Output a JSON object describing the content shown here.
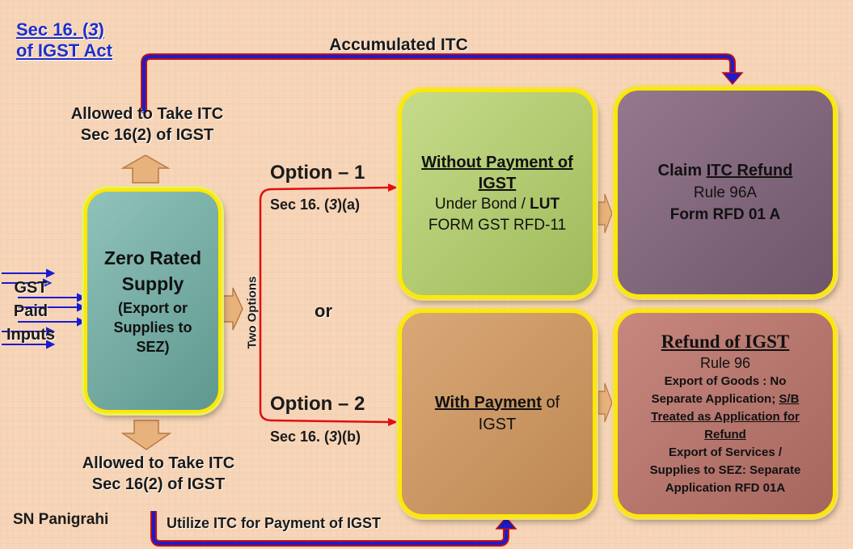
{
  "header": {
    "sec_line1_a": "Sec 16. (",
    "sec_line1_num": "3",
    "sec_line1_b": ")",
    "sec_line2": "of IGST Act"
  },
  "top_arrow_label": "Accumulated ITC",
  "allowed_top": {
    "line1": "Allowed to Take ITC",
    "line2": "Sec 16(2) of IGST"
  },
  "allowed_bottom": {
    "line1": "Allowed to Take ITC",
    "line2": "Sec 16(2) of IGST"
  },
  "inputs": {
    "line1": "GST",
    "line2": "Paid",
    "line3": "Inputs"
  },
  "zero_box": {
    "line1": "Zero Rated",
    "line2": "Supply",
    "line3": "(Export or",
    "line4": "Supplies to",
    "line5": "SEZ)"
  },
  "two_options": "Two Options",
  "or_text": "or",
  "option1": {
    "title": "Option – 1",
    "sec_a": "Sec 16. (",
    "sec_num": "3",
    "sec_b": ")(a)"
  },
  "option2": {
    "title": "Option – 2",
    "sec_a": "Sec 16. (",
    "sec_num": "3",
    "sec_b": ")(b)"
  },
  "box_without": {
    "line1": "Without Payment of",
    "line2": "IGST",
    "line3a": "Under Bond / ",
    "line3b": "LUT",
    "line4": "FORM GST RFD-11"
  },
  "box_with": {
    "line1a": "With Payment",
    "line1b": " of",
    "line2": "IGST"
  },
  "box_claim": {
    "line1a": "Claim ",
    "line1b": "ITC Refund",
    "line2": "Rule 96A",
    "line3": "Form RFD 01 A"
  },
  "box_refund": {
    "title": "Refund of IGST",
    "rule": "Rule 96",
    "l1": "Export of Goods : No",
    "l2a": "Separate Application; ",
    "l2b": "S/B",
    "l3": "Treated as Application for",
    "l4": "Refund",
    "l5": "Export of Services /",
    "l6": "Supplies to SEZ: Separate",
    "l7": "Application RFD 01A"
  },
  "author": "SN Panigrahi",
  "bottom_arrow_label": "Utilize ITC for Payment of IGST",
  "colors": {
    "background": "#f6d5b8",
    "arrow_blue": "#1b1bd0",
    "arrow_red": "#e01010",
    "accent_yellow": "#ffe800"
  }
}
